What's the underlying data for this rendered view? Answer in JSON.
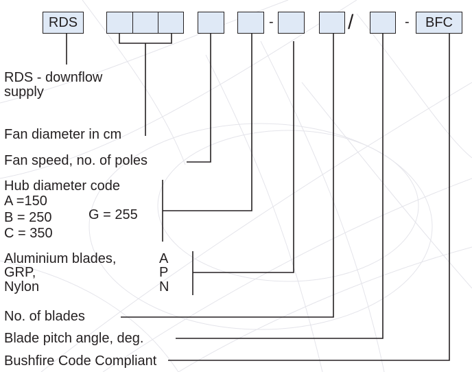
{
  "code_boxes": {
    "prefix": "RDS",
    "suffix": "BFC",
    "separators": {
      "dash1": "-",
      "slash": "/",
      "dash2": "-"
    }
  },
  "labels": {
    "rds": [
      "RDS - downflow",
      "supply"
    ],
    "fan_diameter": "Fan diameter in cm",
    "fan_speed": "Fan speed, no. of poles",
    "hub": {
      "title": "Hub diameter code",
      "a": "A =150",
      "b": "B = 250",
      "c": "C = 350",
      "g": "G = 255"
    },
    "blades": {
      "materials": [
        "Aluminium blades,",
        "GRP,",
        "Nylon"
      ],
      "codes": [
        "A",
        "P",
        "N"
      ]
    },
    "no_blades": "No. of blades",
    "pitch": "Blade pitch angle, deg.",
    "bushfire": "Bushfire Code Compliant"
  },
  "colors": {
    "box_fill": "#dfe9f6",
    "ink": "#231f20",
    "background_lines": "#e6e6ea"
  }
}
